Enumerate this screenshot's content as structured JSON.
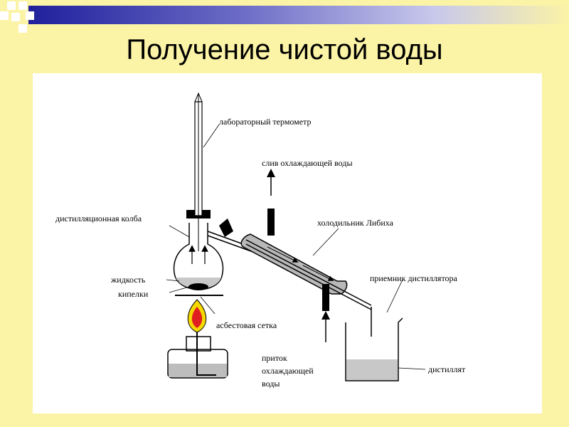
{
  "slide": {
    "title": "Получение чистой воды"
  },
  "diagram": {
    "labels": {
      "thermometer": "лабораторный термометр",
      "water_out": "слив охлаждающей воды",
      "flask": "дистилляционная колба",
      "condenser": "холодильник Либиха",
      "liquid": "жидкость",
      "boiling_chips": "кипелки",
      "receiver": "приемник дистиллятора",
      "asbestos_net": "асбестовая сетка",
      "water_in_line1": "приток",
      "water_in_line2": "охлаждающей",
      "water_in_line3": "воды",
      "distillate": "дистиллят"
    }
  }
}
